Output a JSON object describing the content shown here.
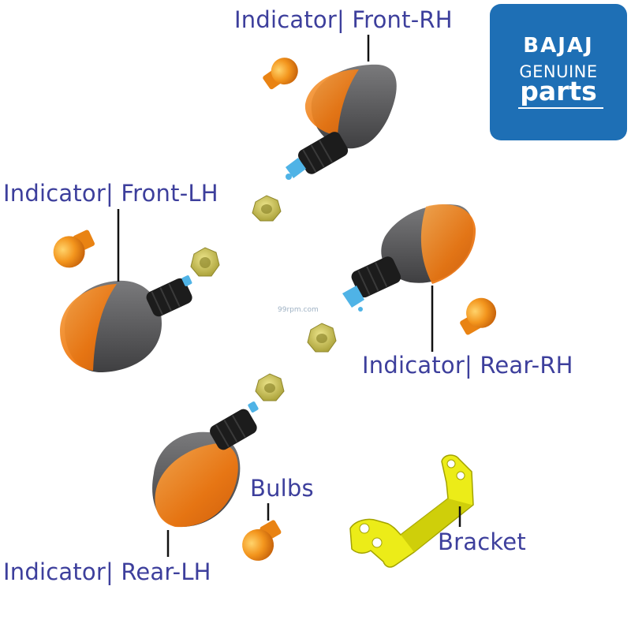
{
  "labels": {
    "front_rh": "Indicator| Front-RH",
    "front_lh": "Indicator| Front-LH",
    "rear_rh": "Indicator| Rear-RH",
    "rear_lh": "Indicator| Rear-LH",
    "bulbs": "Bulbs",
    "bracket": "Bracket"
  },
  "logo": {
    "brand": "BAJAJ",
    "line1": "GENUINE",
    "line2": "parts"
  },
  "watermark": "99rpm.com",
  "colors": {
    "label_text": "#3d3f9c",
    "logo_bg": "#1e6fb5",
    "lens_amber": "#f07a12",
    "housing_grey": "#5e5e60",
    "stem_black": "#1c1c1c",
    "connector_blue": "#4fb3e6",
    "nut_olive": "#c9c25a",
    "bracket_yellow": "#ecec18"
  }
}
